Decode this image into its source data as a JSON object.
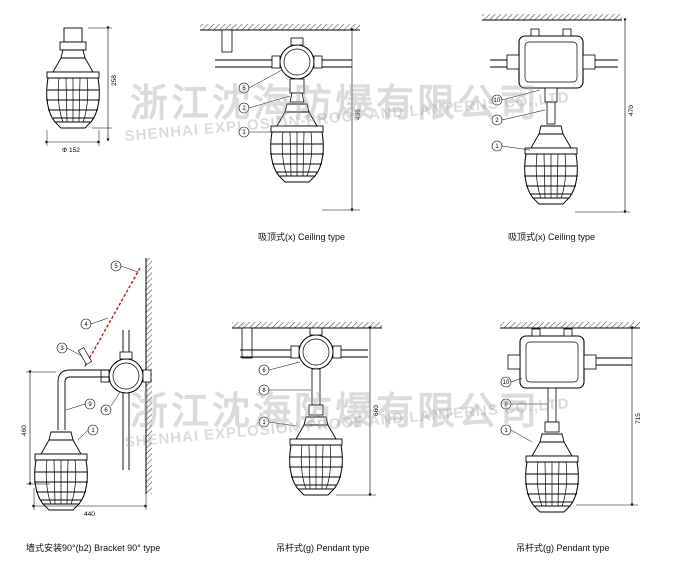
{
  "diagrams": [
    {
      "id": "front",
      "dims": {
        "height": "258",
        "width": "Φ 152"
      },
      "caption": ""
    },
    {
      "id": "ceiling1",
      "dims": {
        "height": "436"
      },
      "callouts": [
        "6",
        "2",
        "1"
      ],
      "caption": "吸顶式(x) Ceiling type"
    },
    {
      "id": "ceiling2",
      "dims": {
        "height": "470"
      },
      "callouts": [
        "10",
        "2",
        "1"
      ],
      "caption": "吸顶式(x) Ceiling type"
    },
    {
      "id": "bracket",
      "dims": {
        "height": "460",
        "width": "440"
      },
      "callouts": [
        "5",
        "4",
        "3",
        "9",
        "6",
        "1"
      ],
      "caption": "墙式安装90°(b2) Bracket 90° type"
    },
    {
      "id": "pendant1",
      "dims": {
        "height": "660"
      },
      "callouts": [
        "6",
        "8",
        "1"
      ],
      "caption": "吊杆式(g) Pendant type"
    },
    {
      "id": "pendant2",
      "dims": {
        "height": "715"
      },
      "callouts": [
        "10",
        "8",
        "1"
      ],
      "caption": "吊杆式(g) Pendant type"
    }
  ],
  "watermark": {
    "cn": "浙江沈海防爆有限公司",
    "en": "SHENHAI EXPLOSION-PROOF AND LANTERNS CO.,LTD"
  }
}
